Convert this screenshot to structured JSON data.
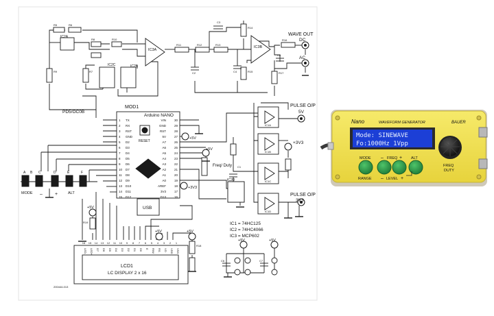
{
  "schematic": {
    "wave_out_label": "WAVE OUT",
    "dc_label": "DC",
    "ac_label": "AC",
    "pulse_5v_label": "PULSE O/P",
    "pulse_5v_sub": "5V",
    "pulse_3v3_label": "PULSE O/P",
    "pulse_3v3_sub": "3V3",
    "plus3v3": "+3V3",
    "plus5v": "+5V",
    "pd5_label": "PD5/OC0B",
    "mod1_label": "MOD1",
    "arduino_label": "Arduino NANO",
    "reset_label": "RESET",
    "usb_label": "USB",
    "lcd1_label": "LCD1",
    "lcd_display_label": "LC DISPLAY 2 x 16",
    "freq_duty_label": "Freq/ Duty",
    "ic1_note": "IC1 = 74HC125",
    "ic2_note": "IC2 = 74HC4066",
    "ic3_note": "IC3 = MCP602",
    "mode_label": "MODE",
    "alt_label": "ALT",
    "minus_label": "–",
    "plus_label": "+",
    "ic_labels": [
      "IC2A",
      "IC2B",
      "IC2C",
      "IC2D",
      "IC3A",
      "IC3B",
      "IC1A",
      "IC1B",
      "IC1C",
      "IC1D"
    ],
    "res_labels": [
      "R5",
      "R6",
      "R7",
      "R8",
      "R9",
      "R10",
      "R11",
      "R12",
      "R13",
      "R14",
      "R15",
      "R16",
      "R17",
      "R18",
      "R19"
    ],
    "cap_labels": [
      "C1",
      "C2",
      "C3",
      "C4",
      "C5",
      "C6",
      "C7"
    ],
    "button_letters": [
      "A",
      "B",
      "C",
      "D",
      "E",
      "F"
    ],
    "lcd_pins": [
      "LED-",
      "LED+",
      "D7",
      "D6",
      "D5",
      "D4",
      "D3",
      "D2",
      "D1",
      "D0",
      "E",
      "R/W",
      "RS",
      "VO",
      "VDD",
      "VSS"
    ],
    "lcd_pin_numbers": [
      "16",
      "15",
      "14",
      "13",
      "12",
      "11",
      "10",
      "9",
      "8",
      "7",
      "6",
      "5",
      "4",
      "3",
      "2",
      "1"
    ],
    "nano_left_pins": [
      "TX",
      "RX",
      "RST",
      "GND",
      "D2",
      "D3",
      "D4",
      "D5",
      "D6",
      "D7",
      "D8",
      "D9",
      "D10",
      "D11",
      "D12"
    ],
    "nano_left_numbers": [
      "1",
      "2",
      "3",
      "4",
      "5",
      "6",
      "7",
      "8",
      "9",
      "10",
      "11",
      "12",
      "13",
      "14",
      "15"
    ],
    "nano_right_pins": [
      "VIN",
      "GND",
      "RST",
      "5V",
      "A7",
      "A6",
      "A5",
      "A4",
      "A3",
      "A2",
      "A1",
      "A0",
      "AREF",
      "3V3",
      "D13"
    ],
    "nano_right_numbers": [
      "30",
      "29",
      "28",
      "27",
      "26",
      "25",
      "24",
      "23",
      "22",
      "21",
      "20",
      "19",
      "18",
      "17",
      "16"
    ],
    "drawing_code": "200444-013"
  },
  "device": {
    "brand_left": "Nano",
    "brand_mid": "WAVEFORM GENERATOR",
    "brand_right": "BAUER",
    "lcd_line1": "Mode: SINEWAVE",
    "lcd_line2": "Fo:1000Hz  1Vpp",
    "btn_mode": "MODE",
    "btn_range": "RANGE",
    "freq_legend": "FREQ",
    "level_legend": "LEVEL",
    "minus": "–",
    "plus": "+",
    "alt_legend": "ALT",
    "knob_label_1": "FREQ",
    "knob_label_2": "DUTY",
    "colors": {
      "case": "#f2e24e",
      "lcd": "#1c3fd6",
      "button": "#2fa04b",
      "knob": "#1a1a1a"
    }
  }
}
